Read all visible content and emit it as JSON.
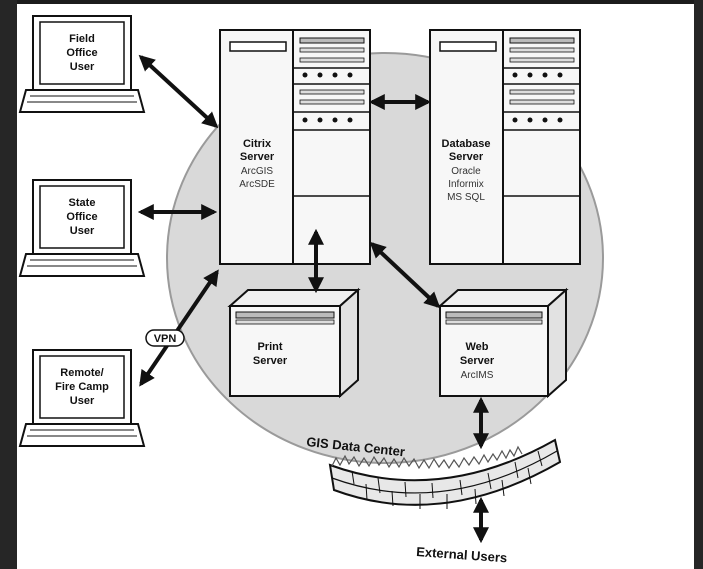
{
  "diagram": {
    "laptops": [
      {
        "lines": [
          "Field",
          "Office",
          "User"
        ]
      },
      {
        "lines": [
          "State",
          "Office",
          "User"
        ]
      },
      {
        "lines": [
          "Remote/",
          "Fire Camp",
          "User"
        ]
      }
    ],
    "citrix_server": {
      "title_lines": [
        "Citrix",
        "Server"
      ],
      "software": [
        "ArcGIS",
        "ArcSDE"
      ]
    },
    "database_server": {
      "title_lines": [
        "Database",
        "Server"
      ],
      "software": [
        "Oracle",
        "Informix",
        "MS SQL"
      ]
    },
    "print_server": {
      "title_lines": [
        "Print",
        "Server"
      ]
    },
    "web_server": {
      "title_lines": [
        "Web",
        "Server"
      ],
      "software": [
        "ArcIMS"
      ]
    },
    "vpn_label": "VPN",
    "data_center_label": "GIS Data Center",
    "external_users_label": "External Users"
  },
  "colors": {
    "circle": "#d9d9d9",
    "circle_stroke": "#9a9a9a",
    "server_body": "#f7f7f7",
    "outline": "#111111",
    "wall": "#e8e8e8"
  }
}
